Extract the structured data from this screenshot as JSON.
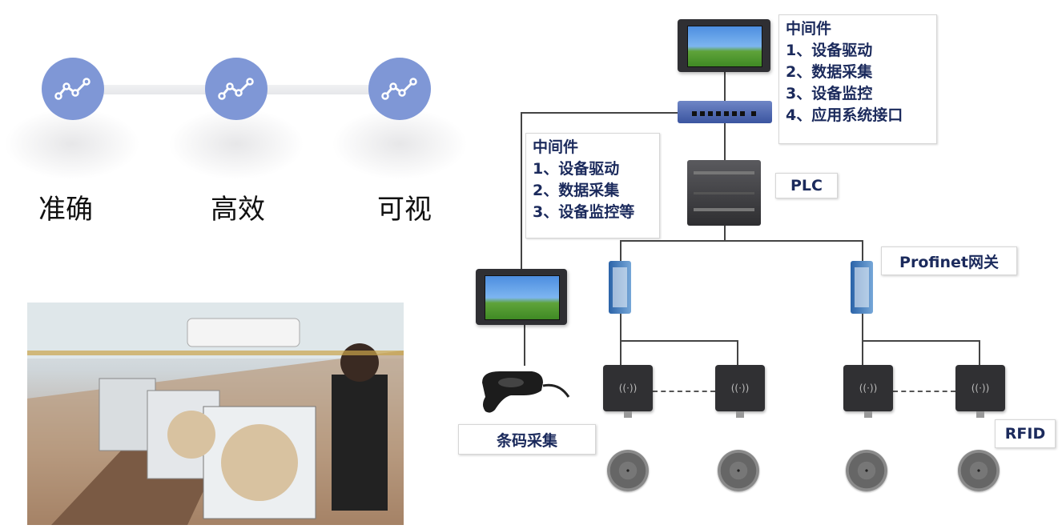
{
  "features": [
    {
      "label": "准确",
      "icon": "line-graph-icon"
    },
    {
      "label": "高效",
      "icon": "line-graph-icon"
    },
    {
      "label": "可视",
      "icon": "line-graph-icon"
    }
  ],
  "photo": {
    "subject": "air-conditioner-assembly-line-photo"
  },
  "diagram": {
    "top_note": {
      "title": "中间件",
      "items": [
        "1、设备驱动",
        "2、数据采集",
        "3、设备监控",
        "4、应用系统接口"
      ]
    },
    "left_note": {
      "title": "中间件",
      "items": [
        "1、设备驱动",
        "2、数据采集",
        "3、设备监控等"
      ]
    },
    "plc_label": "PLC",
    "gateway_label": "Profinet网关",
    "rfid_label": "RFID",
    "barcode_label": "条码采集"
  },
  "colors": {
    "accent": "#7f97d6",
    "label_text": "#1b2a5c",
    "line": "#444444"
  }
}
